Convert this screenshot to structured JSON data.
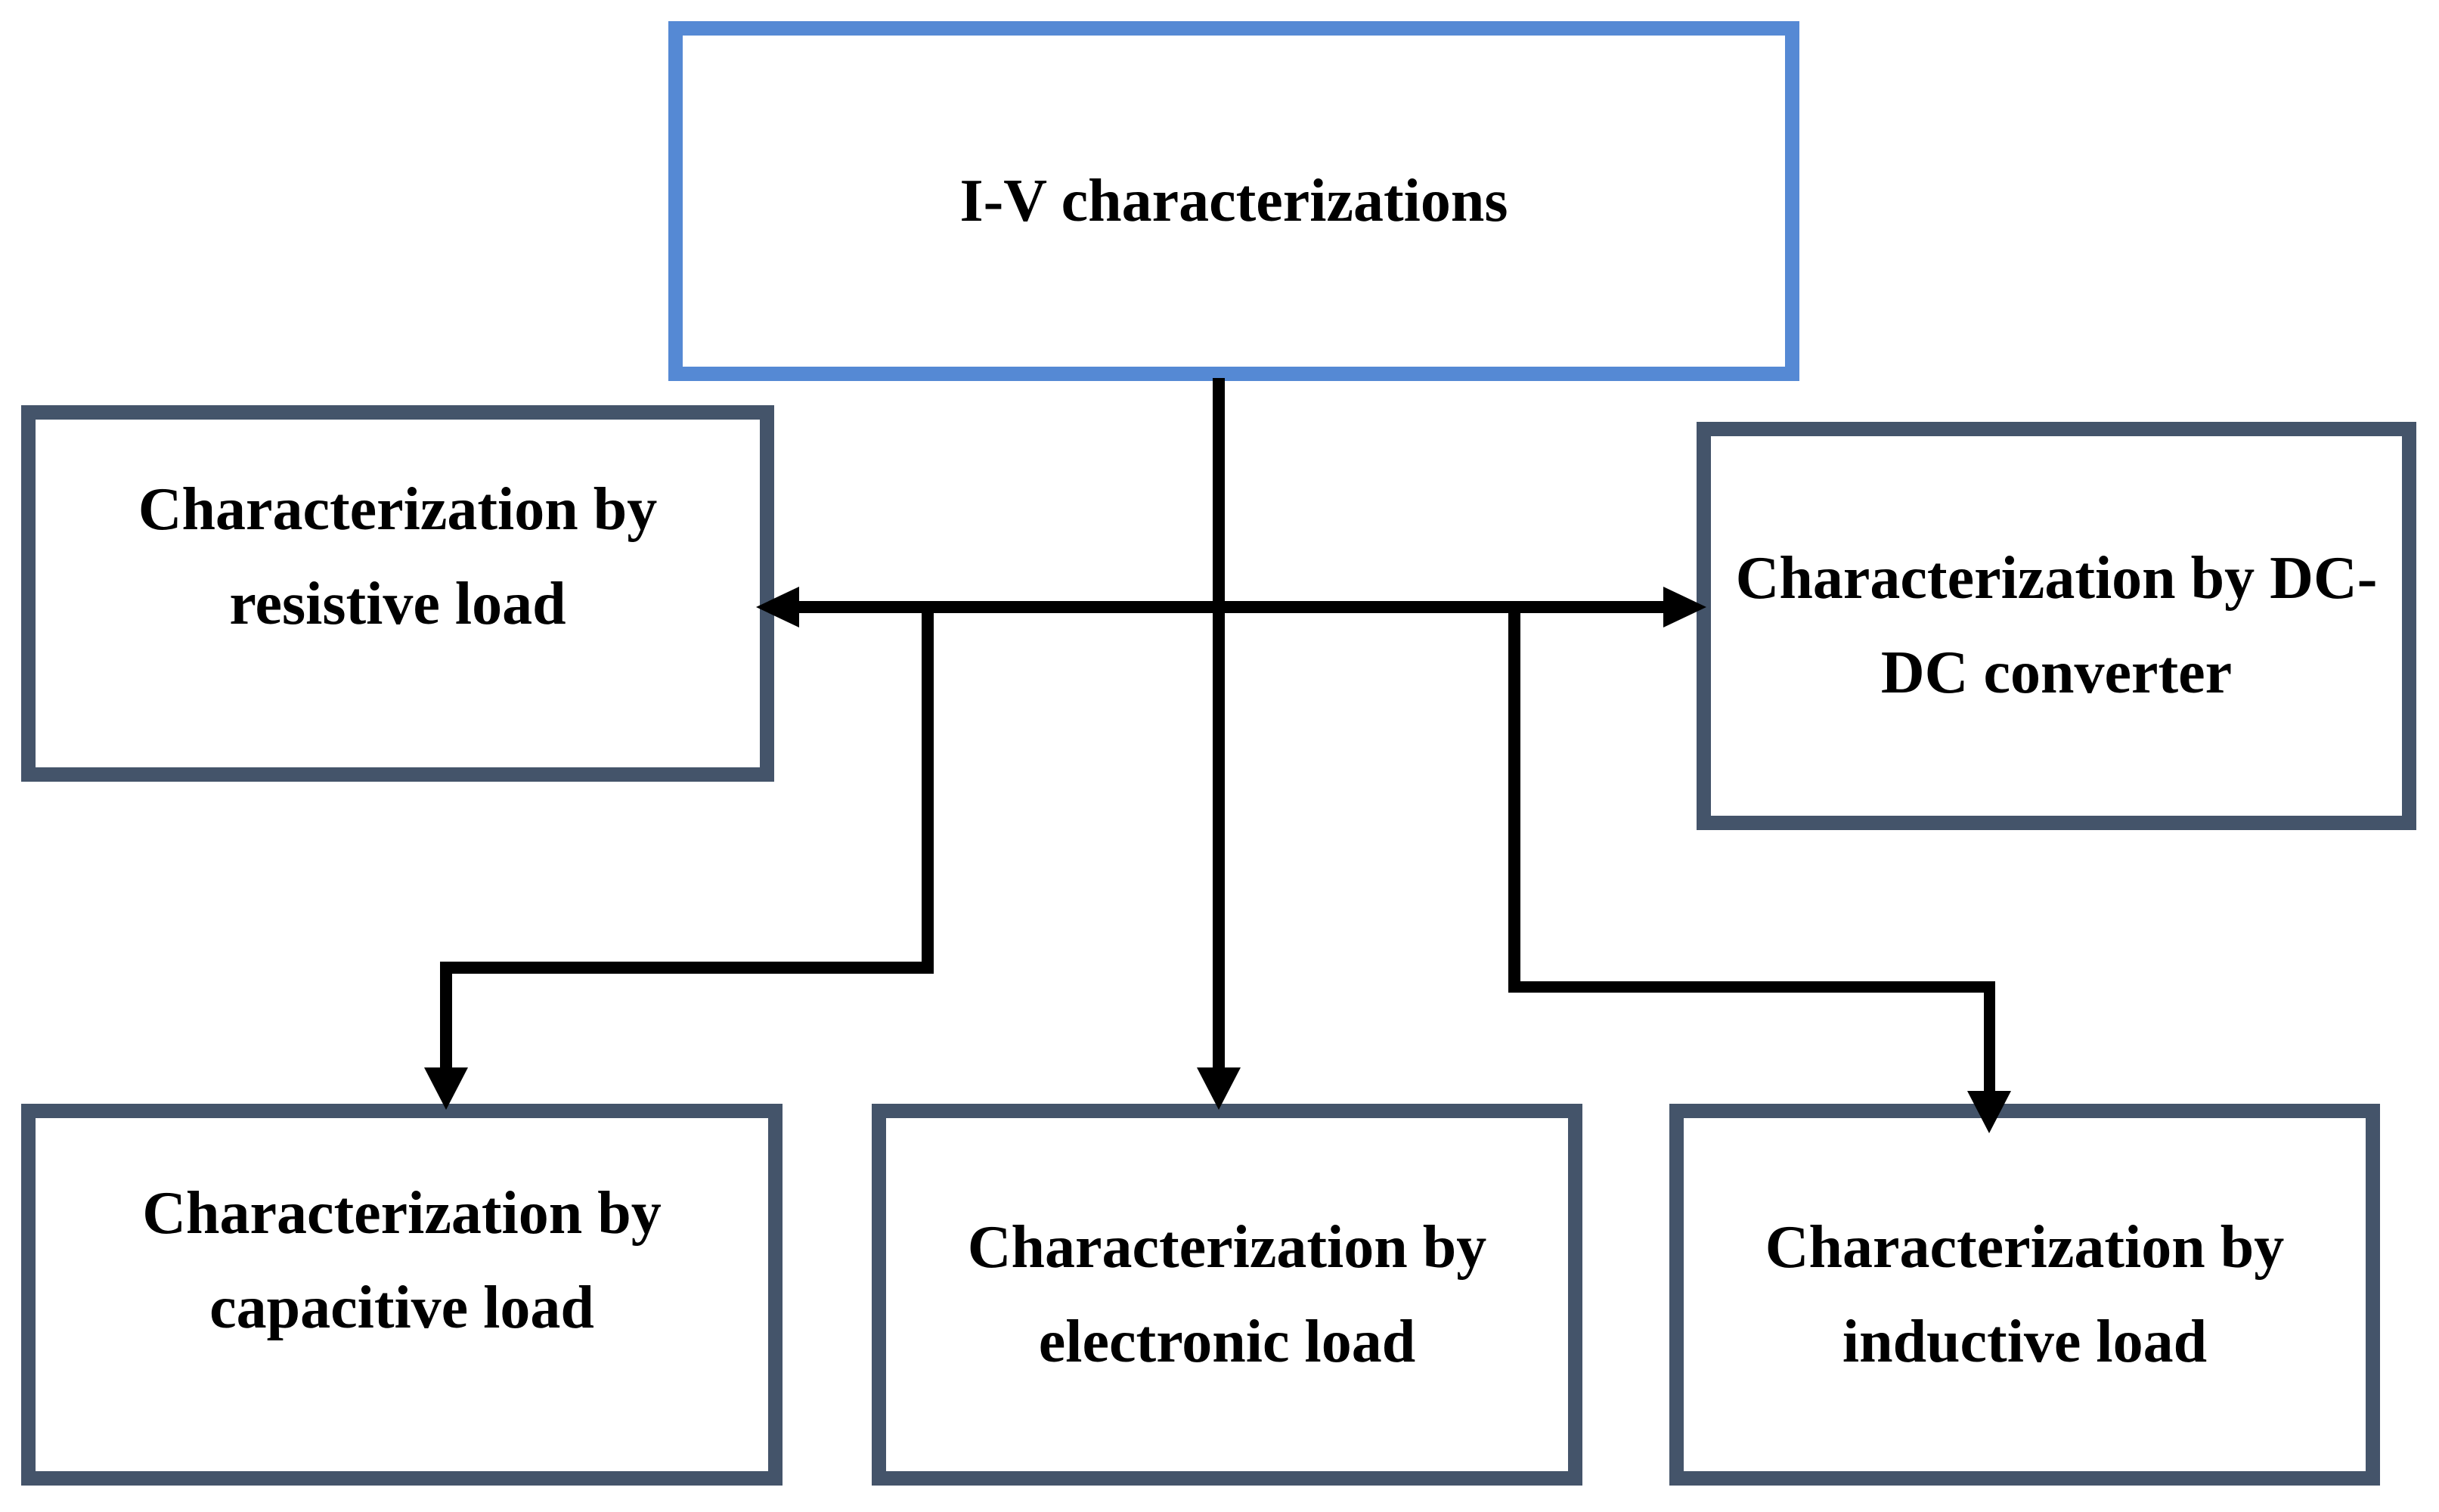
{
  "diagram": {
    "root": {
      "id": "iv-characterizations",
      "label": "I-V characterizations"
    },
    "children_level1": [
      {
        "id": "resistive-load",
        "label": "Characterization by resistive load"
      },
      {
        "id": "dc-dc-converter",
        "label": "Characterization by DC-DC converter"
      }
    ],
    "children_level2": [
      {
        "id": "capacitive-load",
        "label": "Characterization by capacitive load"
      },
      {
        "id": "electronic-load",
        "label": "Characterization by electronic load"
      },
      {
        "id": "inductive-load",
        "label": "Characterization by inductive load"
      }
    ],
    "colors": {
      "root_border": "#5589d4",
      "node_border": "#44546a",
      "connector": "#000000",
      "text": "#000000",
      "background": "#ffffff"
    }
  }
}
